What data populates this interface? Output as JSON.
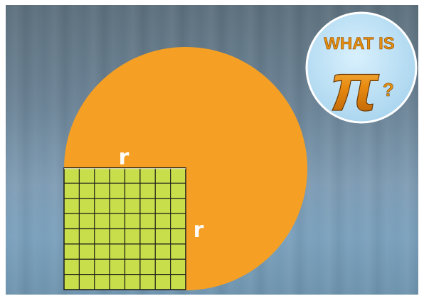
{
  "diagram": {
    "top_radius_label": "r",
    "side_radius_label": "r",
    "grid_rows": 8,
    "grid_cols": 8
  },
  "badge": {
    "line1": "WHAT IS",
    "symbol": "π",
    "question_mark": "?"
  },
  "colors": {
    "circle": "#f5a024",
    "grid_fill": "#c8de4a",
    "grid_lines": "#1a1a1a",
    "label": "#ffffff",
    "badge_fill": "#bfe3f7",
    "badge_text": "#e08a10"
  }
}
